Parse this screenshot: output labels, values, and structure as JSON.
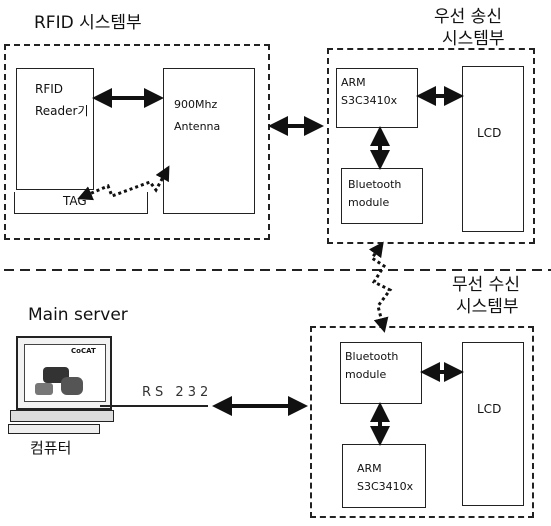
{
  "sections": {
    "rfid_system": {
      "title": "RFID 시스템부"
    },
    "tx_system": {
      "title_line1": "우선 송신",
      "title_line2": "시스템부"
    },
    "rx_system": {
      "title_line1": "무선 수신",
      "title_line2": "시스템부"
    },
    "main_server": {
      "title": "Main server",
      "computer_label": "컴퓨터",
      "link_label": "RS 232"
    }
  },
  "blocks": {
    "rfid_reader": {
      "line1": "RFID",
      "line2": "Reader기"
    },
    "antenna": {
      "line1": "900Mhz",
      "line2": "Antenna"
    },
    "tag": {
      "label": "TAG"
    },
    "tx_arm": {
      "line1": "ARM",
      "line2": "S3C3410x"
    },
    "tx_lcd": {
      "label": "LCD"
    },
    "tx_bluetooth": {
      "line1": "Bluetooth",
      "line2": "module"
    },
    "rx_bluetooth": {
      "line1": "Bluetooth",
      "line2": "module"
    },
    "rx_lcd": {
      "label": "LCD"
    },
    "rx_arm": {
      "line1": "ARM",
      "line2": "S3C3410x"
    }
  },
  "screen_logo_text": "CoCAT",
  "colors": {
    "stroke": "#222222",
    "background": "#ffffff"
  }
}
